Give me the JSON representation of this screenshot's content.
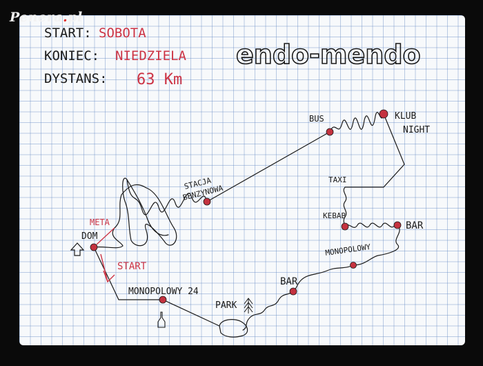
{
  "watermark": {
    "name": "Penera",
    "suffix": "pl"
  },
  "header": {
    "start_label": "START:",
    "start_value": "SOBOTA",
    "end_label": "KONIEC:",
    "end_value": "NIEDZIELA",
    "distance_label": "DYSTANS:",
    "distance_value": "63 Km"
  },
  "logo_text": "endo-mendo",
  "places": {
    "bus": "BUS",
    "klub": "KLUB",
    "night": "NIGHT",
    "taxi": "TAXI",
    "kebab": "KEBAB",
    "bar_right": "BAR",
    "monopolowy": "MONOPOLOWY",
    "bar_bottom": "BAR",
    "park": "PARK",
    "monopolowy24": "MONOPOLOWY 24",
    "stacja": "STACJA",
    "benzynowa": "BENZYNOWA",
    "meta": "META",
    "dom": "DOM",
    "start": "START"
  },
  "colors": {
    "ink": "#1a1a1a",
    "red": "#cc3344",
    "marker": "#c4323f",
    "grid": "#6a8cc4",
    "paper": "#f7f9fb"
  }
}
